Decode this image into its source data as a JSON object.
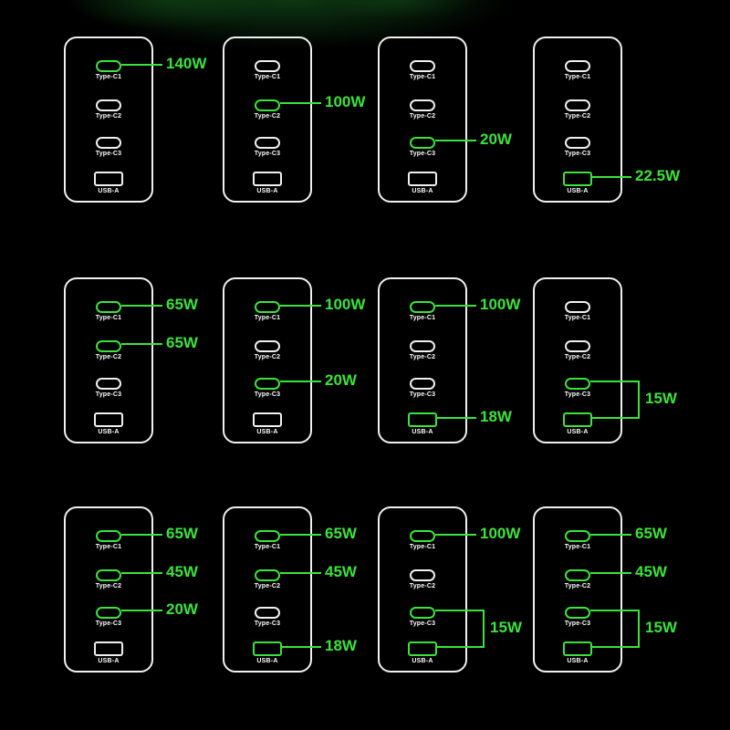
{
  "colors": {
    "background": "#000000",
    "active_green": "#3be33b",
    "inactive_white": "#f0f0f0",
    "glow_green": "#1a6e24"
  },
  "chargers": [
    {
      "id": 1,
      "ports": [
        {
          "key": "c1",
          "label": "Type-C1",
          "shape": "typec",
          "active": true,
          "watt": "140W"
        },
        {
          "key": "c2",
          "label": "Type-C2",
          "shape": "typec",
          "active": false
        },
        {
          "key": "c3",
          "label": "Type-C3",
          "shape": "typec",
          "active": false
        },
        {
          "key": "usba",
          "label": "USB-A",
          "shape": "usba",
          "active": false
        }
      ]
    },
    {
      "id": 2,
      "ports": [
        {
          "key": "c1",
          "label": "Type-C1",
          "shape": "typec",
          "active": false
        },
        {
          "key": "c2",
          "label": "Type-C2",
          "shape": "typec",
          "active": true,
          "watt": "100W"
        },
        {
          "key": "c3",
          "label": "Type-C3",
          "shape": "typec",
          "active": false
        },
        {
          "key": "usba",
          "label": "USB-A",
          "shape": "usba",
          "active": false
        }
      ]
    },
    {
      "id": 3,
      "ports": [
        {
          "key": "c1",
          "label": "Type-C1",
          "shape": "typec",
          "active": false
        },
        {
          "key": "c2",
          "label": "Type-C2",
          "shape": "typec",
          "active": false
        },
        {
          "key": "c3",
          "label": "Type-C3",
          "shape": "typec",
          "active": true,
          "watt": "20W"
        },
        {
          "key": "usba",
          "label": "USB-A",
          "shape": "usba",
          "active": false
        }
      ]
    },
    {
      "id": 4,
      "ports": [
        {
          "key": "c1",
          "label": "Type-C1",
          "shape": "typec",
          "active": false
        },
        {
          "key": "c2",
          "label": "Type-C2",
          "shape": "typec",
          "active": false
        },
        {
          "key": "c3",
          "label": "Type-C3",
          "shape": "typec",
          "active": false
        },
        {
          "key": "usba",
          "label": "USB-A",
          "shape": "usba",
          "active": true,
          "watt": "22.5W"
        }
      ]
    },
    {
      "id": 5,
      "ports": [
        {
          "key": "c1",
          "label": "Type-C1",
          "shape": "typec",
          "active": true,
          "watt": "65W"
        },
        {
          "key": "c2",
          "label": "Type-C2",
          "shape": "typec",
          "active": true,
          "watt": "65W"
        },
        {
          "key": "c3",
          "label": "Type-C3",
          "shape": "typec",
          "active": false
        },
        {
          "key": "usba",
          "label": "USB-A",
          "shape": "usba",
          "active": false
        }
      ]
    },
    {
      "id": 6,
      "ports": [
        {
          "key": "c1",
          "label": "Type-C1",
          "shape": "typec",
          "active": true,
          "watt": "100W"
        },
        {
          "key": "c2",
          "label": "Type-C2",
          "shape": "typec",
          "active": false
        },
        {
          "key": "c3",
          "label": "Type-C3",
          "shape": "typec",
          "active": true,
          "watt": "20W"
        },
        {
          "key": "usba",
          "label": "USB-A",
          "shape": "usba",
          "active": false
        }
      ]
    },
    {
      "id": 7,
      "ports": [
        {
          "key": "c1",
          "label": "Type-C1",
          "shape": "typec",
          "active": true,
          "watt": "100W"
        },
        {
          "key": "c2",
          "label": "Type-C2",
          "shape": "typec",
          "active": false
        },
        {
          "key": "c3",
          "label": "Type-C3",
          "shape": "typec",
          "active": false
        },
        {
          "key": "usba",
          "label": "USB-A",
          "shape": "usba",
          "active": true,
          "watt": "18W"
        }
      ]
    },
    {
      "id": 8,
      "ports": [
        {
          "key": "c1",
          "label": "Type-C1",
          "shape": "typec",
          "active": false
        },
        {
          "key": "c2",
          "label": "Type-C2",
          "shape": "typec",
          "active": false
        },
        {
          "key": "c3",
          "label": "Type-C3",
          "shape": "typec",
          "active": true
        },
        {
          "key": "usba",
          "label": "USB-A",
          "shape": "usba",
          "active": true
        }
      ],
      "bracket": {
        "from": "c3",
        "to": "usba",
        "watt": "15W"
      }
    },
    {
      "id": 9,
      "ports": [
        {
          "key": "c1",
          "label": "Type-C1",
          "shape": "typec",
          "active": true,
          "watt": "65W"
        },
        {
          "key": "c2",
          "label": "Type-C2",
          "shape": "typec",
          "active": true,
          "watt": "45W"
        },
        {
          "key": "c3",
          "label": "Type-C3",
          "shape": "typec",
          "active": true,
          "watt": "20W"
        },
        {
          "key": "usba",
          "label": "USB-A",
          "shape": "usba",
          "active": false
        }
      ]
    },
    {
      "id": 10,
      "ports": [
        {
          "key": "c1",
          "label": "Type-C1",
          "shape": "typec",
          "active": true,
          "watt": "65W"
        },
        {
          "key": "c2",
          "label": "Type-C2",
          "shape": "typec",
          "active": true,
          "watt": "45W"
        },
        {
          "key": "c3",
          "label": "Type-C3",
          "shape": "typec",
          "active": false
        },
        {
          "key": "usba",
          "label": "USB-A",
          "shape": "usba",
          "active": true,
          "watt": "18W"
        }
      ]
    },
    {
      "id": 11,
      "ports": [
        {
          "key": "c1",
          "label": "Type-C1",
          "shape": "typec",
          "active": true,
          "watt": "100W"
        },
        {
          "key": "c2",
          "label": "Type-C2",
          "shape": "typec",
          "active": false
        },
        {
          "key": "c3",
          "label": "Type-C3",
          "shape": "typec",
          "active": true
        },
        {
          "key": "usba",
          "label": "USB-A",
          "shape": "usba",
          "active": true
        }
      ],
      "bracket": {
        "from": "c3",
        "to": "usba",
        "watt": "15W"
      }
    },
    {
      "id": 12,
      "ports": [
        {
          "key": "c1",
          "label": "Type-C1",
          "shape": "typec",
          "active": true,
          "watt": "65W"
        },
        {
          "key": "c2",
          "label": "Type-C2",
          "shape": "typec",
          "active": true,
          "watt": "45W"
        },
        {
          "key": "c3",
          "label": "Type-C3",
          "shape": "typec",
          "active": true
        },
        {
          "key": "usba",
          "label": "USB-A",
          "shape": "usba",
          "active": true
        }
      ],
      "bracket": {
        "from": "c3",
        "to": "usba",
        "watt": "15W"
      }
    }
  ]
}
